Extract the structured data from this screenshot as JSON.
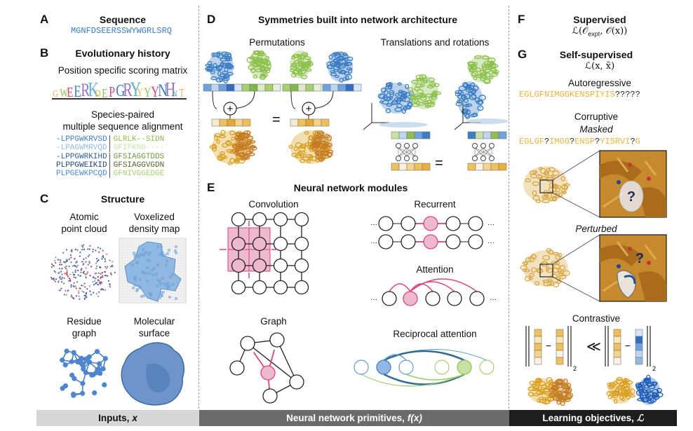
{
  "panels": {
    "A": {
      "letter": "A",
      "title": "Sequence",
      "sequence": "MGNFDSEERSSWYWGRLSRQ"
    },
    "B": {
      "letter": "B",
      "title": "Evolutionary history",
      "pssm_label": "Position specific scoring matrix",
      "pssm_logo": [
        "G",
        "W",
        "E",
        "E",
        "R",
        "K",
        "D",
        "E",
        "P",
        "G",
        "R",
        "Y",
        "Y",
        "Y",
        "Y",
        "N",
        "H",
        "N",
        "T"
      ],
      "msa_label_1": "Species-paired",
      "msa_label_2": "multiple sequence alignment",
      "msa_rows": [
        {
          "left": "-LPPGWKRVSD",
          "right": "GLRLK--SIDN"
        },
        {
          "left": "-LPAGWMRVQD",
          "right": "GFIFKNG----"
        },
        {
          "left": "-LPPGWRKIHD",
          "right": "GFSIAGGTDDS"
        },
        {
          "left": "PLPPGWEIKID",
          "right": "GFSIAGGVGDN"
        },
        {
          "left": "PLPGEWKPCQD",
          "right": "GFNIVGGEDGE"
        }
      ]
    },
    "C": {
      "letter": "C",
      "title": "Structure",
      "items": [
        {
          "line1": "Atomic",
          "line2": "point cloud"
        },
        {
          "line1": "Voxelized",
          "line2": "density map"
        },
        {
          "line1": "Residue",
          "line2": "graph"
        },
        {
          "line1": "Molecular",
          "line2": "surface"
        }
      ]
    },
    "D": {
      "letter": "D",
      "title": "Symmetries built into network architecture",
      "sub_left": "Permutations",
      "sub_right": "Translations and rotations",
      "equals": "=",
      "plus": "+"
    },
    "E": {
      "letter": "E",
      "title": "Neural network modules",
      "convolution": "Convolution",
      "recurrent": "Recurrent",
      "attention": "Attention",
      "graph": "Graph",
      "reciprocal": "Reciprocal attention",
      "ellipsis": "···"
    },
    "F": {
      "letter": "F",
      "title": "Supervised",
      "formula": "ℒ(𝒪expt, 𝒪(x))",
      "formula_main_a": "ℒ(𝒪",
      "formula_sub": "expt",
      "formula_main_b": ", 𝒪(x))"
    },
    "G": {
      "letter": "G",
      "title": "Self-supervised",
      "formula": "ℒ(x, x̃)",
      "autoregressive": "Autoregressive",
      "autoregressive_seq": "EGLGFNIMGGKENSPIYIS",
      "autoregressive_mask": "?????",
      "corruptive": "Corruptive",
      "masked": "Masked",
      "masked_seq": [
        {
          "t": "EGLGF",
          "m": false
        },
        {
          "t": "?",
          "m": true
        },
        {
          "t": "IMGG",
          "m": false
        },
        {
          "t": "?",
          "m": true
        },
        {
          "t": "ENSP",
          "m": false
        },
        {
          "t": "?",
          "m": true
        },
        {
          "t": "YISRVI",
          "m": false
        },
        {
          "t": "?",
          "m": true
        },
        {
          "t": "G",
          "m": false
        }
      ],
      "perturbed": "Perturbed",
      "contrastive": "Contrastive",
      "much_less": "≪",
      "minus": "−",
      "norm_sub": "2",
      "question": "?"
    }
  },
  "footer": {
    "inputs": {
      "label": "Inputs, ",
      "var": "x"
    },
    "primitives": {
      "label": "Neural network primitives, ",
      "var": "f(x)"
    },
    "objectives": {
      "label": "Learning objectives, ",
      "var": "ℒ"
    }
  },
  "colors": {
    "blue": "#3b7dc4",
    "light_blue": "#8fb8e3",
    "green": "#8cc04b",
    "light_green": "#c8e2a4",
    "orange": "#e8b040",
    "light_orange": "#f5dca0",
    "pink": "#d9447e",
    "pink_fill": "#eeb8cf",
    "gold_text": "#e8b23c",
    "footer_light": "#d6d6d6",
    "footer_mid": "#6b6b6b",
    "footer_dark": "#1e1e1e"
  }
}
